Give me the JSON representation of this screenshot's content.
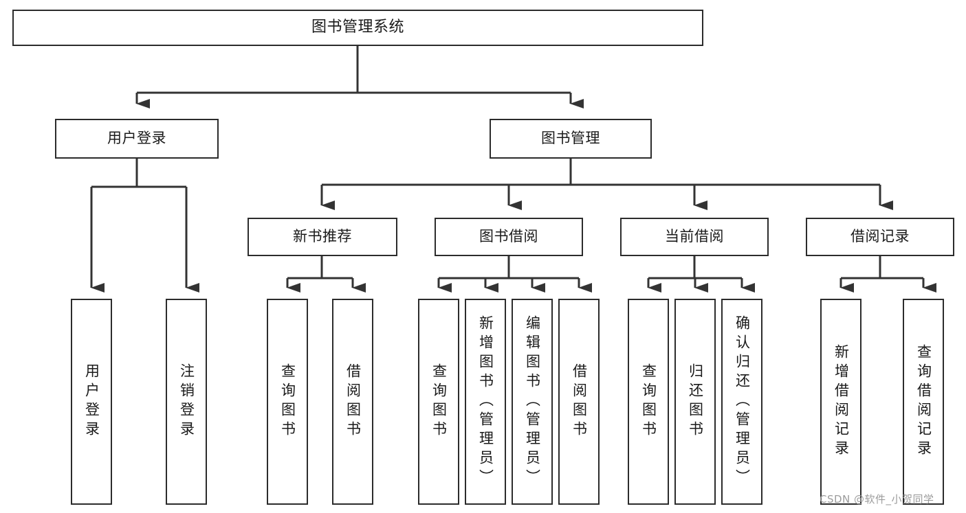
{
  "diagram": {
    "title": "图书管理系统",
    "type": "tree-hierarchy",
    "orientation": "top-down",
    "colors": {
      "box_border": "#2b2b2b",
      "box_fill": "#ffffff",
      "edge": "#333333",
      "text": "#1a1a1a",
      "watermark": "#9b9b9b",
      "background": "#ffffff"
    }
  },
  "root": {
    "label": "图书管理系统"
  },
  "level1": [
    {
      "label": "用户登录"
    },
    {
      "label": "图书管理"
    }
  ],
  "level2": [
    {
      "label": "新书推荐"
    },
    {
      "label": "图书借阅"
    },
    {
      "label": "当前借阅"
    },
    {
      "label": "借阅记录"
    }
  ],
  "leaves": {
    "user_login": [
      {
        "label": "用户登录"
      },
      {
        "label": "注销登录"
      }
    ],
    "new_book_recommend": [
      {
        "label": "查询图书"
      },
      {
        "label": "借阅图书"
      }
    ],
    "book_borrow": [
      {
        "label": "查询图书"
      },
      {
        "label": "新增图书（管理员）"
      },
      {
        "label": "编辑图书（管理员）"
      },
      {
        "label": "借阅图书"
      }
    ],
    "current_borrow": [
      {
        "label": "查询图书"
      },
      {
        "label": "归还图书"
      },
      {
        "label": "确认归还（管理员）"
      }
    ],
    "borrow_record": [
      {
        "label": "新增借阅记录"
      },
      {
        "label": "查询借阅记录"
      }
    ]
  },
  "watermark": {
    "text": "CSDN @软件_小贺同学"
  }
}
